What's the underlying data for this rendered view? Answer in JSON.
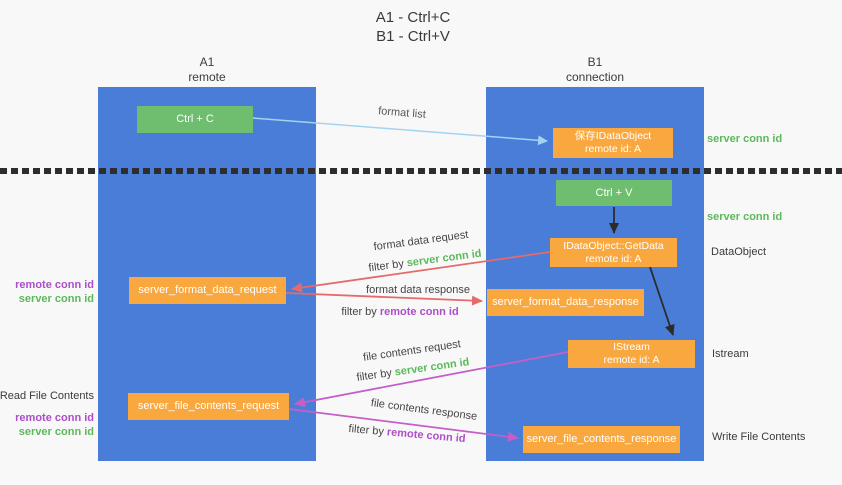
{
  "title": {
    "line1": "A1 - Ctrl+C",
    "line2": "B1 - Ctrl+V"
  },
  "columns": {
    "a1": {
      "name": "A1",
      "subtitle": "remote"
    },
    "b1": {
      "name": "B1",
      "subtitle": "connection"
    }
  },
  "nodes": {
    "ctrl_c": {
      "label": "Ctrl + C"
    },
    "save_idataobject": {
      "line1": "保存IDataObject",
      "line2": "remote id: A"
    },
    "ctrl_v": {
      "label": "Ctrl + V"
    },
    "getdata": {
      "line1": "IDataObject::GetData",
      "line2": "remote id: A"
    },
    "format_request": {
      "label": "server_format_data_request"
    },
    "format_response": {
      "label": "server_format_data_response"
    },
    "istream": {
      "line1": "IStream",
      "line2": "remote id: A"
    },
    "file_request": {
      "label": "server_file_contents_request"
    },
    "file_response": {
      "label": "server_file_contents_response"
    }
  },
  "side_labels": {
    "server_conn_id_top": "server conn id",
    "server_conn_id_mid": "server conn id",
    "dataobject": "DataObject",
    "istream": "Istream",
    "write_file_contents": "Write File Contents",
    "read_file_contents": "Read File Contents",
    "remote_conn_id_format": "remote conn id",
    "server_conn_id_format": "server conn id",
    "remote_conn_id_file": "remote conn id",
    "server_conn_id_file": "server conn id"
  },
  "arrow_labels": {
    "format_list": "format list",
    "format_data_request": "format data request",
    "format_data_response": "format data response",
    "file_contents_request": "file contents request",
    "file_contents_response": "file contents response",
    "filter_by": "filter by ",
    "server_conn_id": "server conn id",
    "remote_conn_id": "remote conn id"
  },
  "colors": {
    "column_blue": "#4a7dd7",
    "node_green": "#6fbe70",
    "node_orange": "#f9a83f",
    "arrow_light_blue": "#a3d3f2",
    "arrow_red": "#e56a6a",
    "arrow_magenta": "#c45fc8",
    "arrow_black": "#2b2b2b",
    "label_green": "#5cb85c",
    "label_purple": "#ab4fc8"
  }
}
